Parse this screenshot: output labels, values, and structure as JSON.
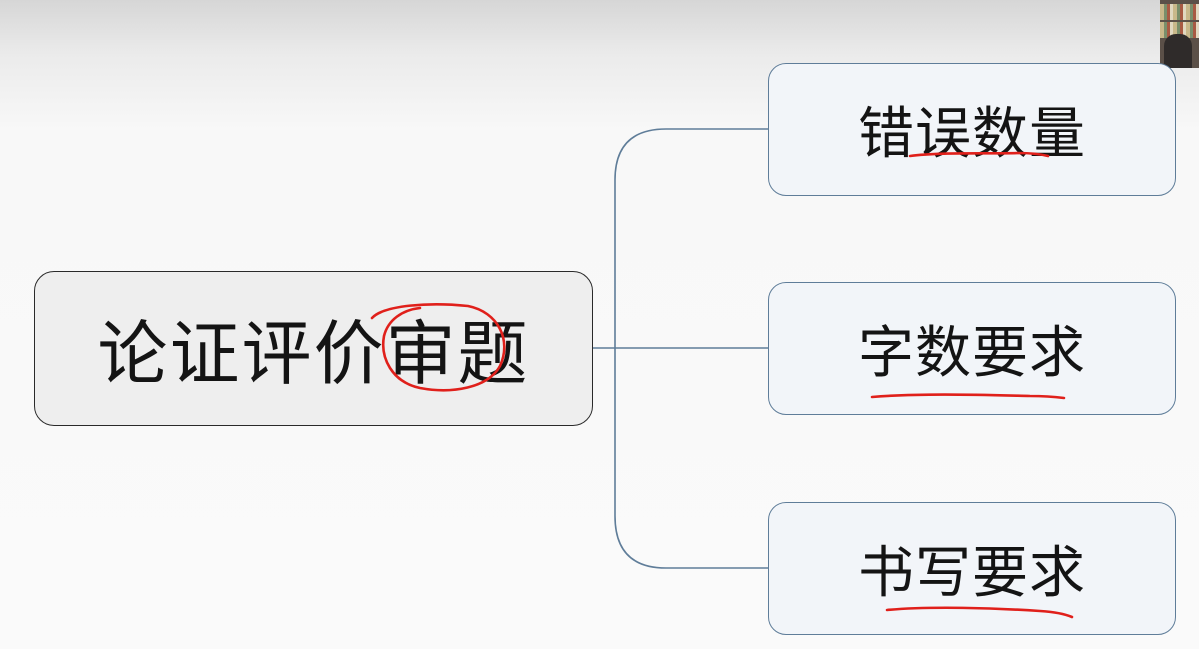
{
  "diagram": {
    "root": {
      "label": "论证评价审题"
    },
    "children": [
      {
        "label": "错误数量"
      },
      {
        "label": "字数要求"
      },
      {
        "label": "书写要求"
      }
    ]
  },
  "colors": {
    "connector": "#5f7d99",
    "annotation_ink": "#e0201b",
    "root_fill": "#eeeeee",
    "child_fill": "#f2f5f9"
  }
}
